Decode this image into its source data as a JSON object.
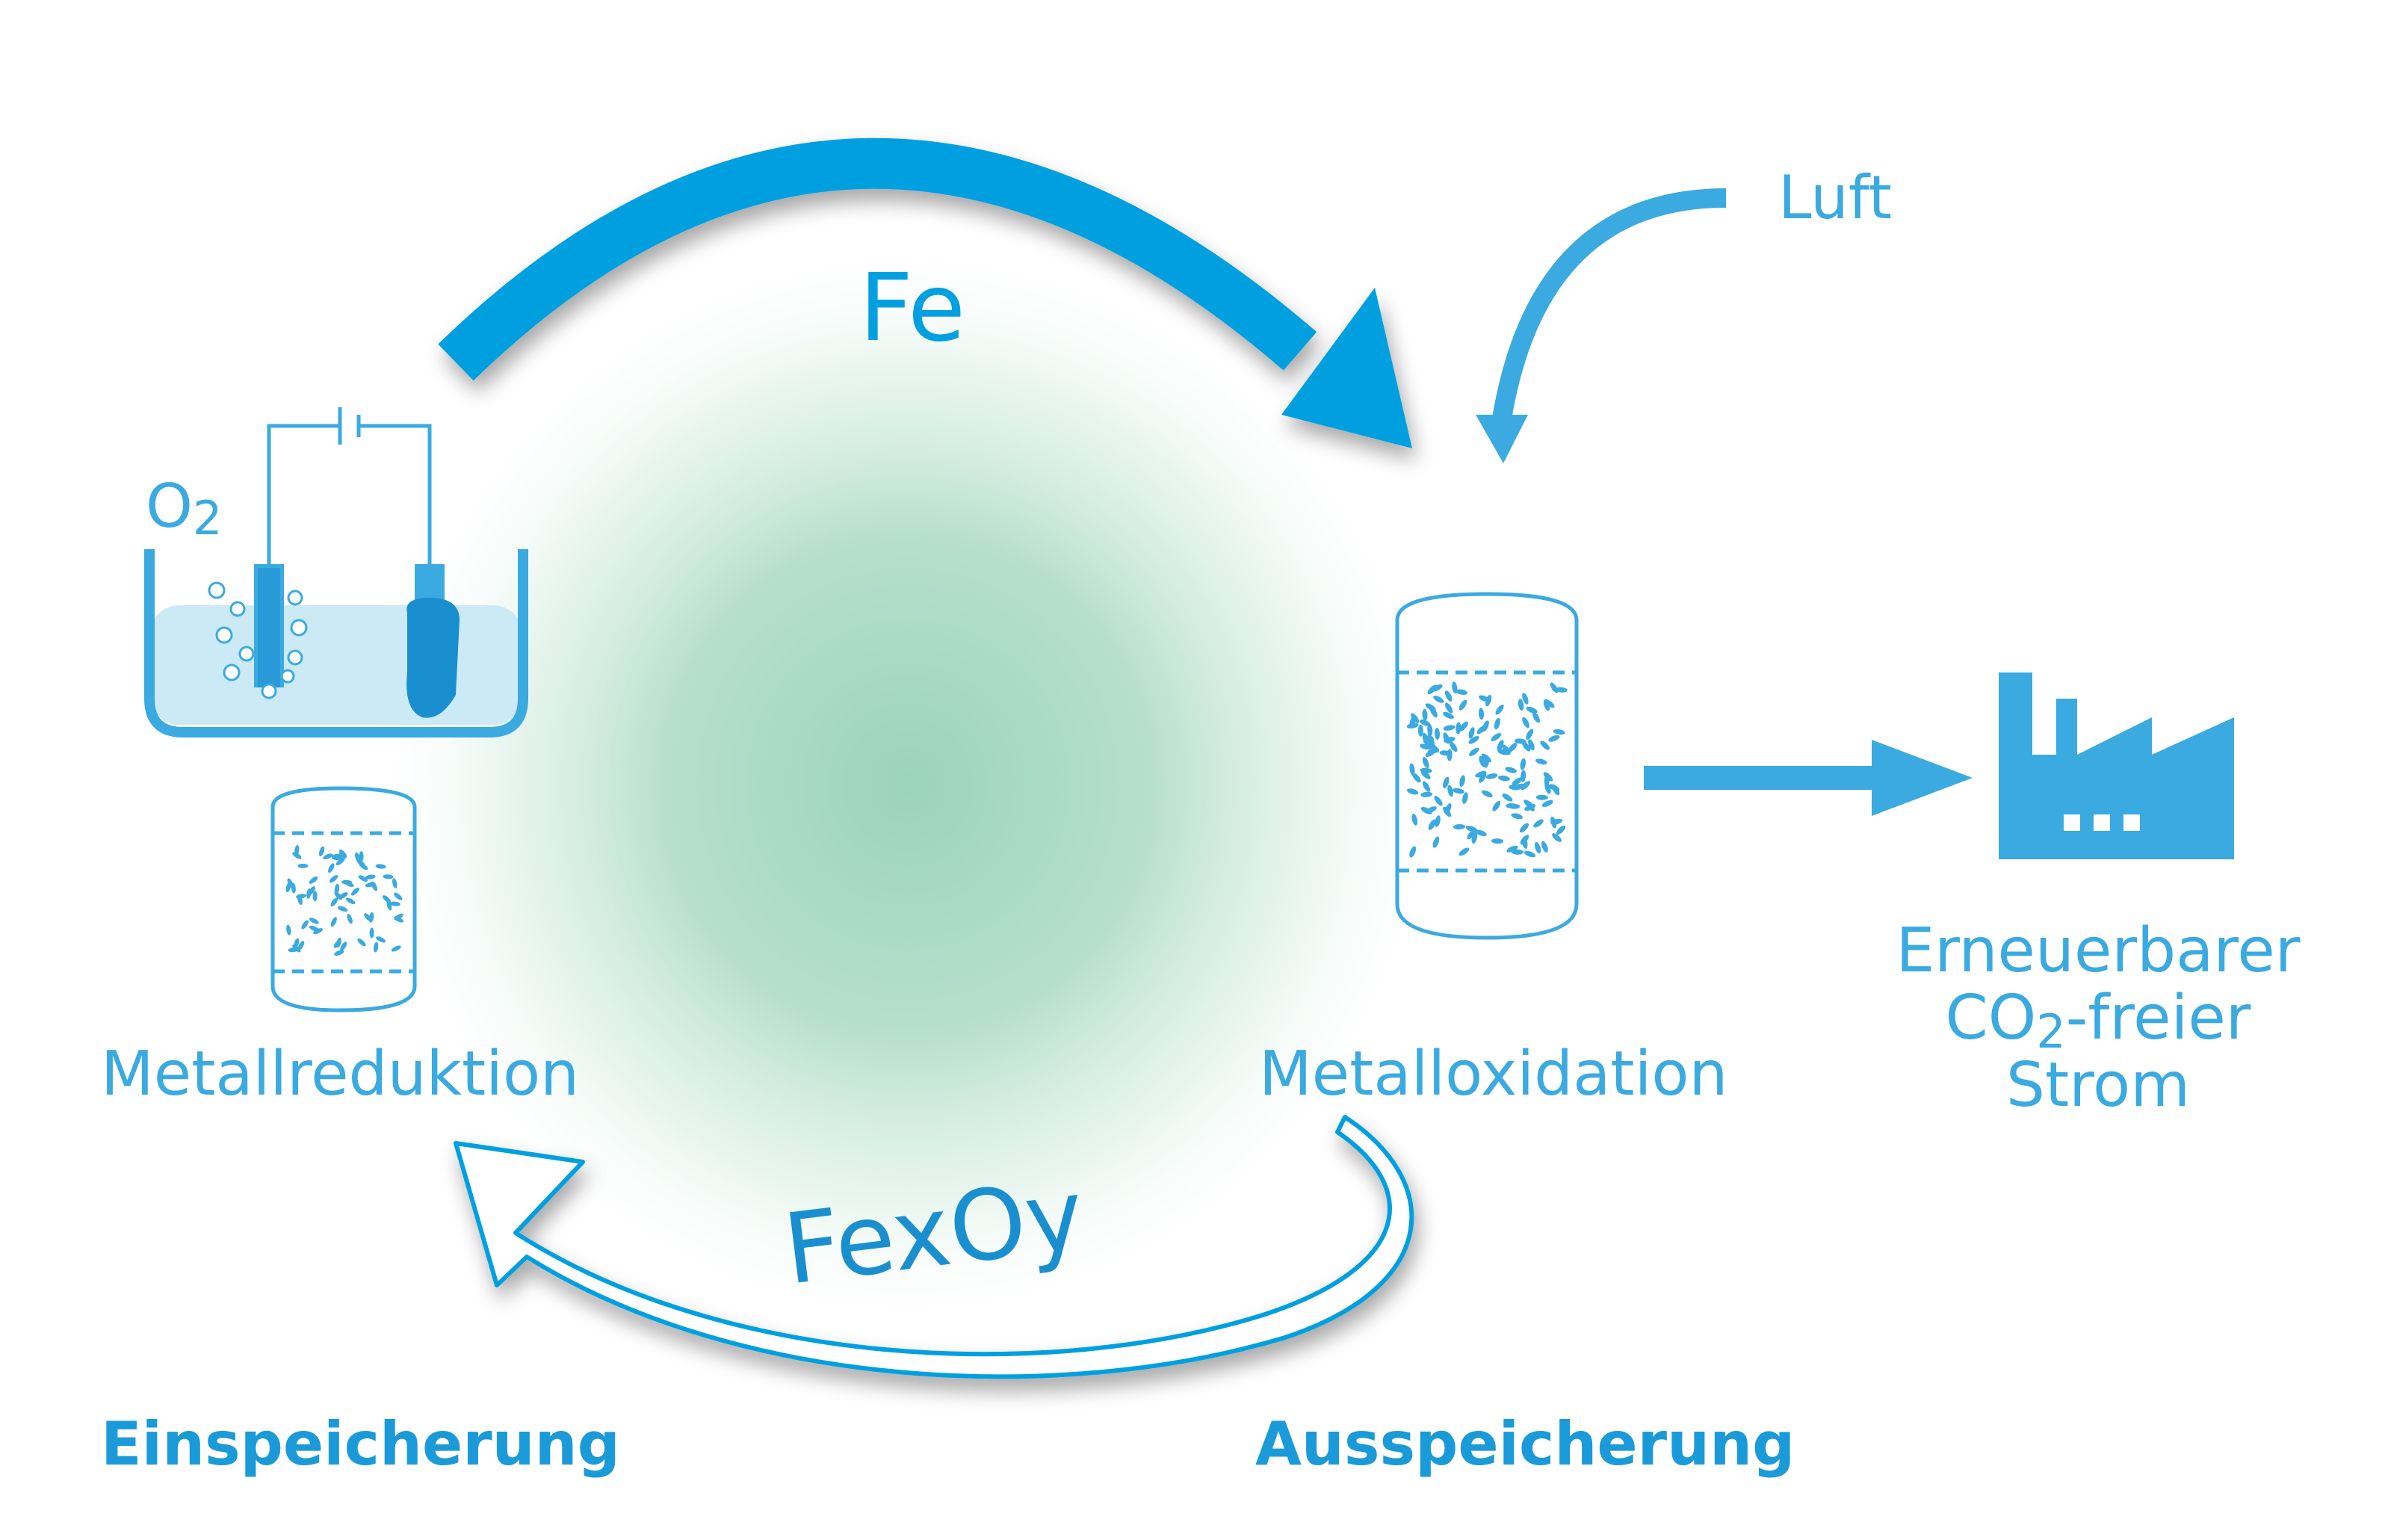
{
  "colors": {
    "primary_blue": "#00a0e0",
    "light_blue": "#3aaae0",
    "water": "#cce9f6",
    "glow_green": "#9bd4b8"
  },
  "labels": {
    "fe": "Fe",
    "fexoy": "FexOy",
    "luft": "Luft",
    "o2_letter": "O",
    "o2_subscript": "2",
    "metallreduktion": "Metallreduktion",
    "metalloxidation": "Metalloxidation",
    "einspeicherung": "Einspeicherung",
    "ausspeicherung": "Ausspeicherung",
    "renewable_line1": "Erneuerbarer",
    "renewable_line2_prefix": "CO",
    "renewable_line2_sub": "2",
    "renewable_line2_suffix": "-freier",
    "renewable_line3": "Strom"
  },
  "icons": {
    "factory": "factory-icon",
    "electrolysis": "electrolysis-cell-icon",
    "reduction_vessel": "reactor-vessel-icon",
    "oxidation_vessel": "reactor-vessel-icon"
  }
}
